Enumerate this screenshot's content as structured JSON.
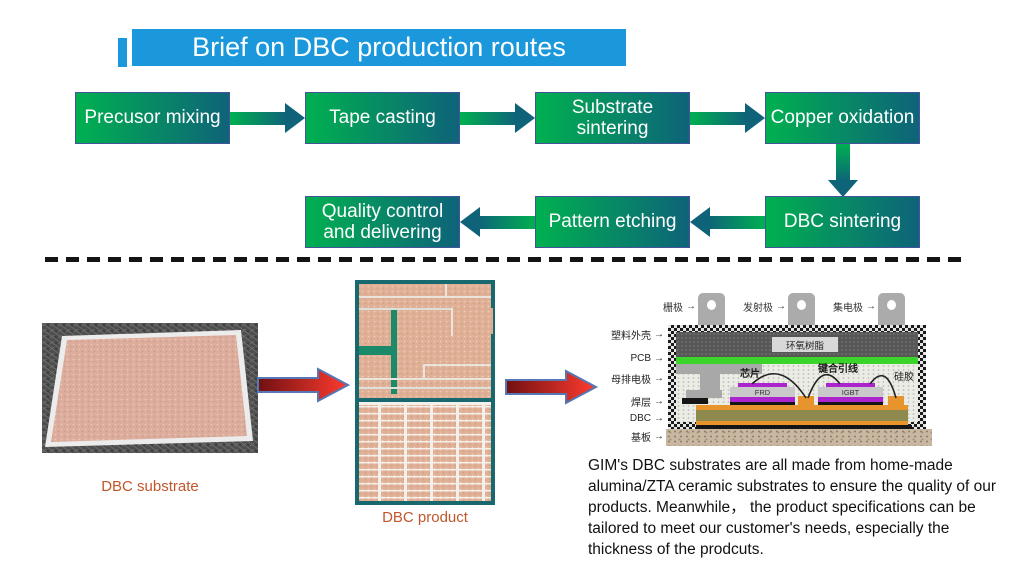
{
  "title": "Brief on DBC production routes",
  "flowchart": {
    "boxes": [
      "Precusor mixing",
      "Tape casting",
      "Substrate sintering",
      "Copper oxidation",
      "DBC sintering",
      "Pattern etching",
      "Quality control and delivering"
    ]
  },
  "images": {
    "substrate_caption": "DBC substrate",
    "product_caption": "DBC product"
  },
  "diagram": {
    "top_labels": [
      "栅极",
      "发射极",
      "集电极"
    ],
    "left_labels": [
      "塑料外壳",
      "PCB",
      "母排电极",
      "焊层",
      "DBC",
      "基板"
    ],
    "inner_labels": {
      "epoxy": "环氧树脂",
      "chip": "芯片",
      "bond_wire": "键合引线",
      "silicone": "硅胶",
      "frd": "FRD",
      "igbt": "IGBT"
    }
  },
  "paragraph": "GIM's DBC substrates are all made from home-made alumina/ZTA ceramic substrates to ensure the quality of our products. Meanwhile， the product specifications can be tailored to meet our customer's needs, especially the thickness of the prodcuts.",
  "icons": {
    "arrow_right": "→"
  },
  "colors": {
    "banner_blue": "#1B97DB",
    "flow_green": "#00B050",
    "flow_teal": "#0E6379",
    "caption_orange": "#C0572B",
    "arrow_red_dark": "#701012",
    "arrow_red_bright": "#FF3B2F"
  }
}
